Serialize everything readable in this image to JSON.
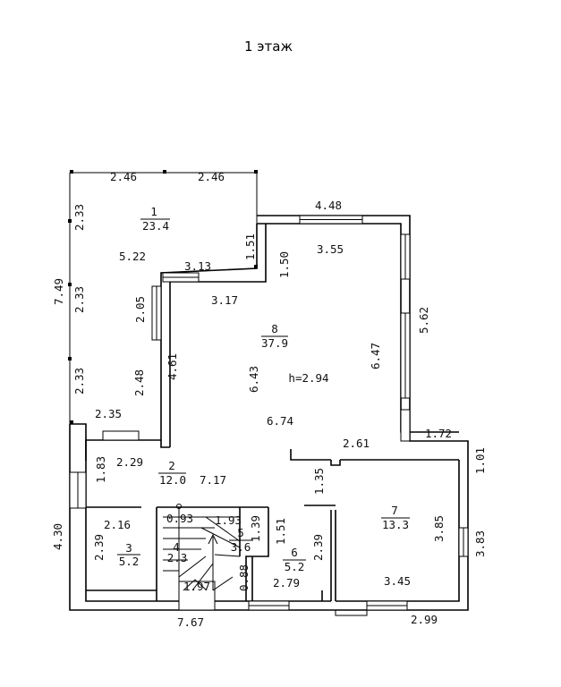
{
  "title": "1 этаж",
  "rooms": [
    {
      "number": "1",
      "area": "23.4"
    },
    {
      "number": "8",
      "area": "37.9"
    },
    {
      "number": "2",
      "area": "12.0"
    },
    {
      "number": "3",
      "area": "5.2"
    },
    {
      "number": "4",
      "area": "2.3"
    },
    {
      "number": "5",
      "area": "3.6"
    },
    {
      "number": "6",
      "area": "5.2"
    },
    {
      "number": "7",
      "area": "13.3"
    }
  ],
  "height_label": "h=2.94",
  "dimensions": {
    "d_2_46_a": "2.46",
    "d_2_46_b": "2.46",
    "d_4_48": "4.48",
    "d_2_33_a": "2.33",
    "d_2_33_b": "2.33",
    "d_2_33_c": "2.33",
    "d_7_49": "7.49",
    "d_5_22": "5.22",
    "d_3_13": "3.13",
    "d_1_51_a": "1.51",
    "d_1_50": "1.50",
    "d_3_55": "3.55",
    "d_2_05": "2.05",
    "d_3_17": "3.17",
    "d_5_62": "5.62",
    "d_6_47": "6.47",
    "d_4_61": "4.61",
    "d_6_43": "6.43",
    "d_2_48": "2.48",
    "d_6_74": "6.74",
    "d_2_35": "2.35",
    "d_2_61": "2.61",
    "d_1_72": "1.72",
    "d_2_29": "2.29",
    "d_1_83": "1.83",
    "d_1_01": "1.01",
    "d_7_17": "7.17",
    "d_1_35": "1.35",
    "d_0_93": "0.93",
    "d_1_93": "1.93",
    "d_1_39": "1.39",
    "d_2_16": "2.16",
    "d_1_51_b": "1.51",
    "d_4_30": "4.30",
    "d_2_39_a": "2.39",
    "d_2_39_b": "2.39",
    "d_3_85": "3.85",
    "d_3_83": "3.83",
    "d_0_88": "0.88",
    "d_1_97": "1.97",
    "d_2_79": "2.79",
    "d_3_45": "3.45",
    "d_7_67": "7.67",
    "d_2_99": "2.99"
  }
}
